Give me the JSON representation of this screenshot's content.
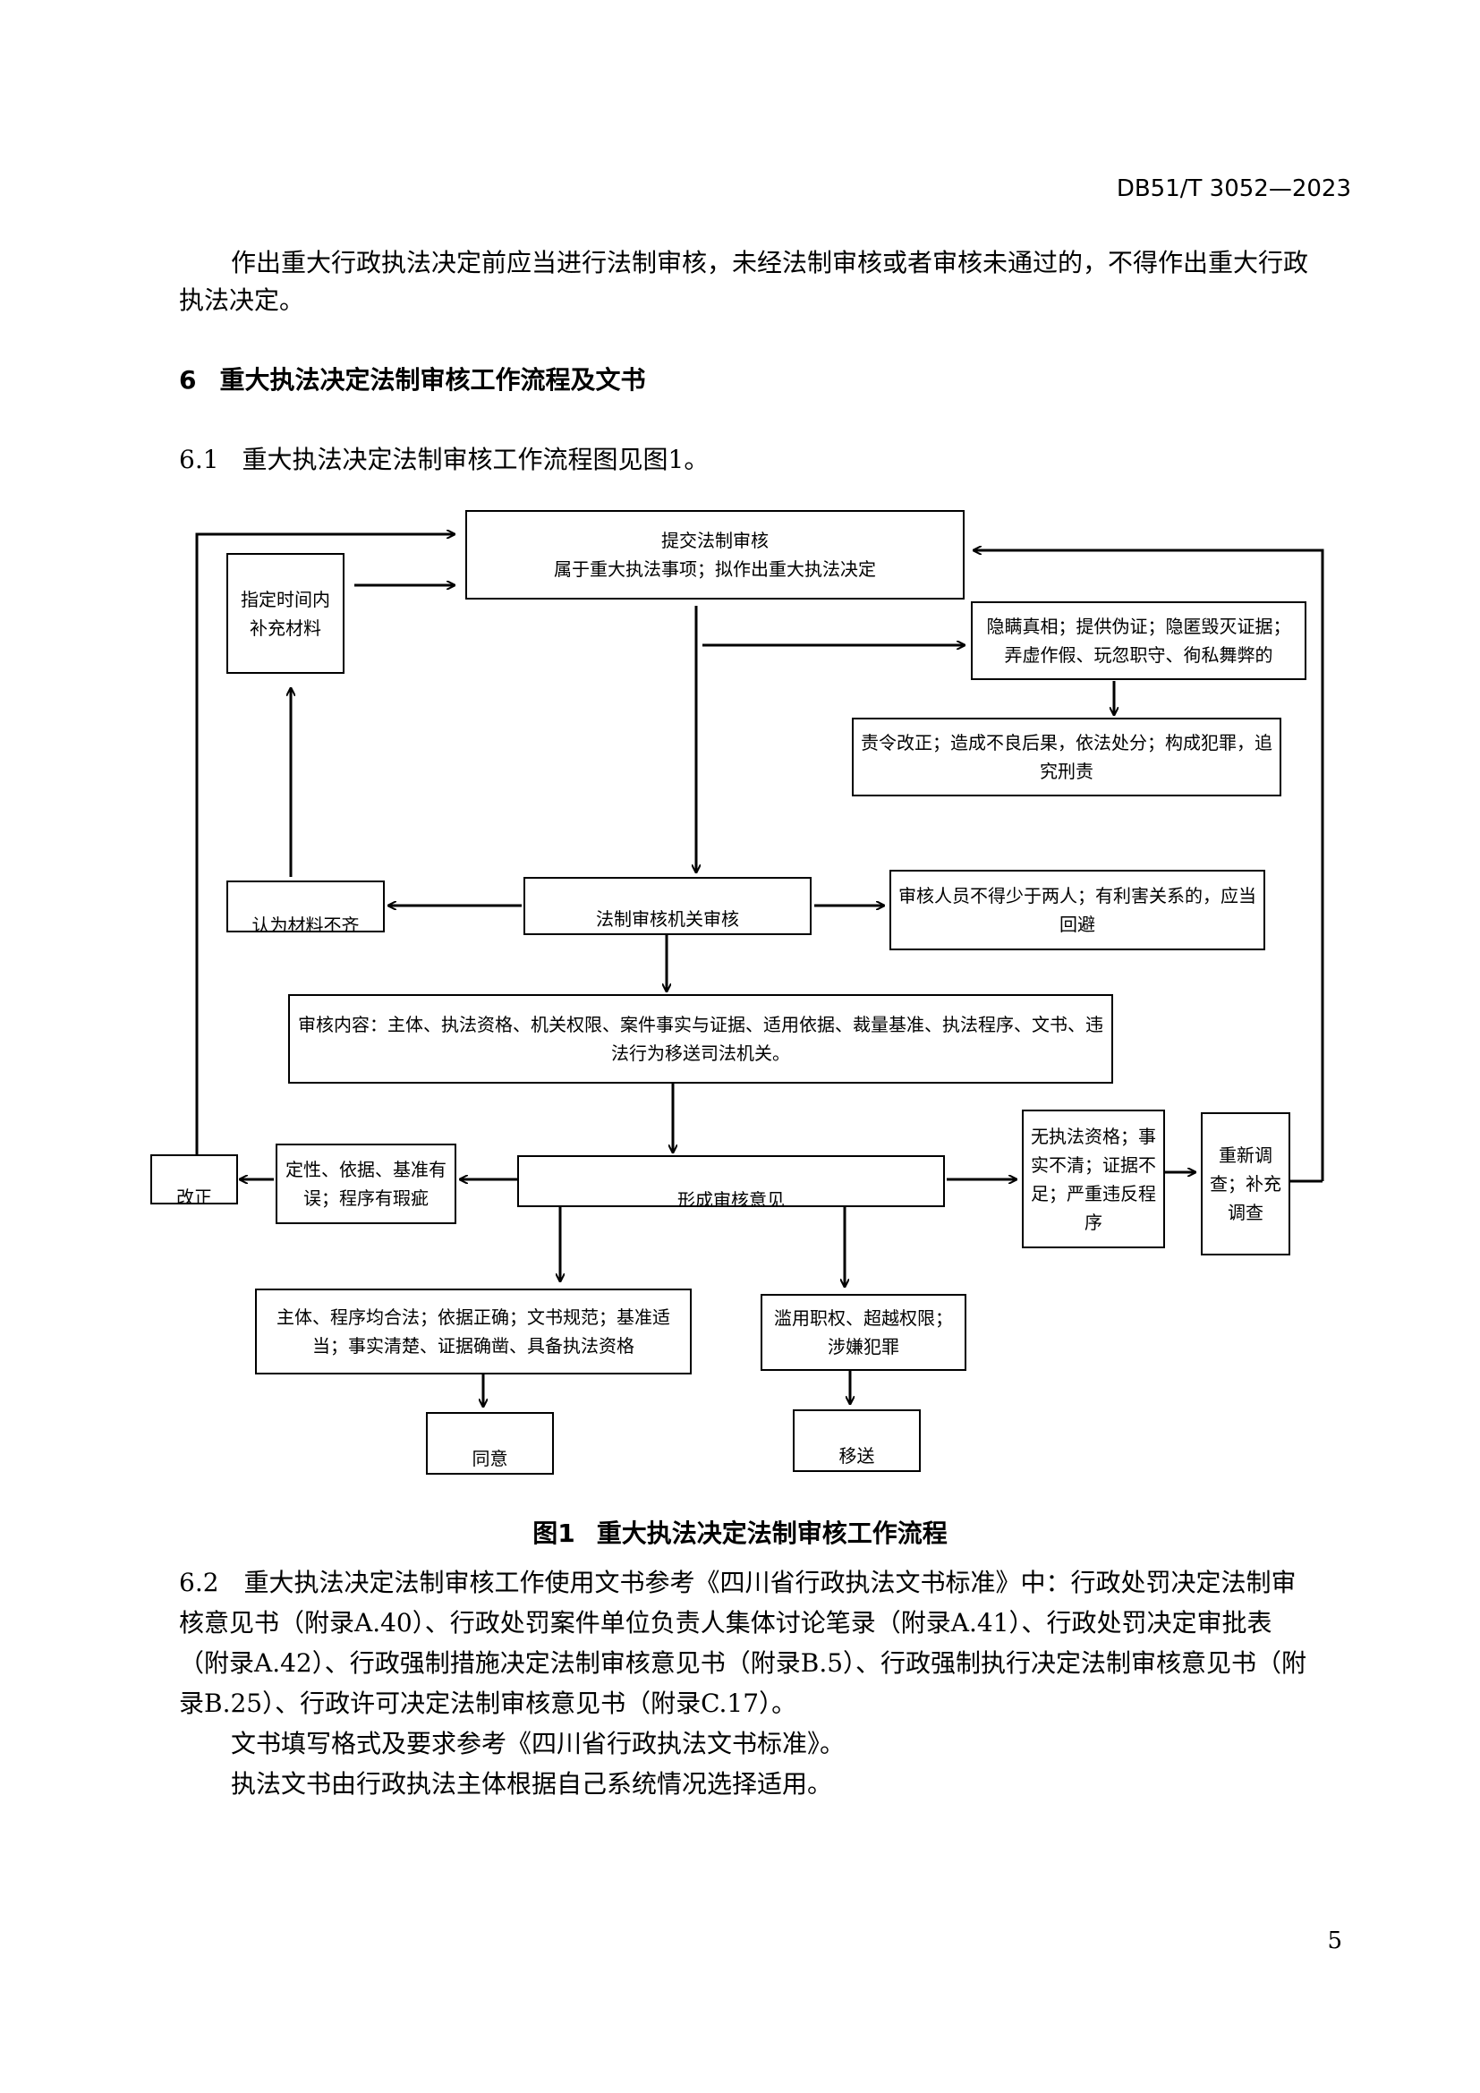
{
  "header": {
    "code": "DB51/T 3052—2023"
  },
  "intro": {
    "line1": "作出重大行政执法决定前应当进行法制审核，未经法制审核或者审核未通过的，不得作出重大行政",
    "line2": "执法决定。"
  },
  "section6": {
    "number": "6",
    "title": "重大执法决定法制审核工作流程及文书"
  },
  "section6_1": {
    "number": "6.1",
    "text": "重大执法决定法制审核工作流程图见图1。"
  },
  "flowchart": {
    "submit_line1": "提交法制审核",
    "submit_line2": "属于重大执法事项；拟作出重大执法决定",
    "supplement": "指定时间内补充材料",
    "conceal": "隐瞒真相；提供伪证；隐匿毁灭证据；弄虚作假、玩忽职守、徇私舞弊的",
    "correct_order": "责令改正；造成不良后果，依法处分；构成犯罪，追究刑责",
    "insufficient": "认为材料不齐",
    "review_body": "法制审核机关审核",
    "reviewers": "审核人员不得少于两人；有利害关系的，应当回避",
    "content": "审核内容：主体、执法资格、机关权限、案件事实与证据、适用依据、裁量基准、执法程序、文书、违法行为移送司法机关。",
    "correction": "改正",
    "errors": "定性、依据、基准有误；程序有瑕疵",
    "opinion": "形成审核意见",
    "no_qualification": "无执法资格；事实不清；证据不足；严重违反程序",
    "reinvestigate": "重新调查；补充调查",
    "legal_ok": "主体、程序均合法；依据正确；文书规范；基准适当；事实清楚、证据确凿、具备执法资格",
    "abuse": "滥用职权、超越权限；涉嫌犯罪",
    "agree": "同意",
    "transfer": "移送"
  },
  "figure_caption": {
    "label": "图1",
    "title": "重大执法决定法制审核工作流程"
  },
  "section6_2": {
    "lines": [
      "6.2　重大执法决定法制审核工作使用文书参考《四川省行政执法文书标准》中：行政处罚决定法制审",
      "核意见书（附录A.40）、行政处罚案件单位负责人集体讨论笔录（附录A.41）、行政处罚决定审批表",
      "（附录A.42）、行政强制措施决定法制审核意见书（附录B.5）、行政强制执行决定法制审核意见书（附",
      "录B.25）、行政许可决定法制审核意见书（附录C.17）。"
    ],
    "format_note": "文书填写格式及要求参考《四川省行政执法文书标准》。",
    "usage_note": "执法文书由行政执法主体根据自己系统情况选择适用。"
  },
  "page_number": "5"
}
